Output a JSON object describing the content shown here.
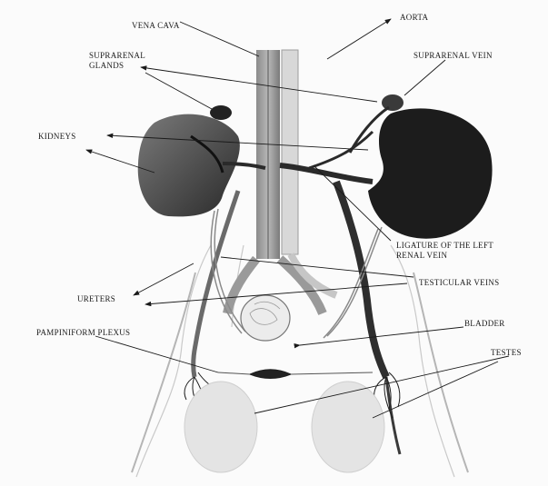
{
  "labels": {
    "vena_cava": "VENA CAVA",
    "aorta": "AORTA",
    "suprarenal_glands_1": "SUPRARENAL",
    "suprarenal_glands_2": "GLANDS",
    "suprarenal_vein": "SUPRARENAL  VEIN",
    "kidneys": "KIDNEYS",
    "ligature_1": "LIGATURE OF THE LEFT",
    "ligature_2": "RENAL VEIN",
    "testicular_veins": "TESTICULAR VEINS",
    "ureters": "URETERS",
    "pampiniform_plexus": "PAMPINIFORM  PLEXUS",
    "bladder": "BLADDER",
    "testes": "TESTES"
  },
  "colors": {
    "ink": "#1a1a1a",
    "kidney_dark": "#1c1c1c",
    "kidney_right": "#5a5a5a",
    "vessel": "#6e6e6e",
    "testis": "#e4e4e4",
    "background": "#fbfbfb"
  }
}
